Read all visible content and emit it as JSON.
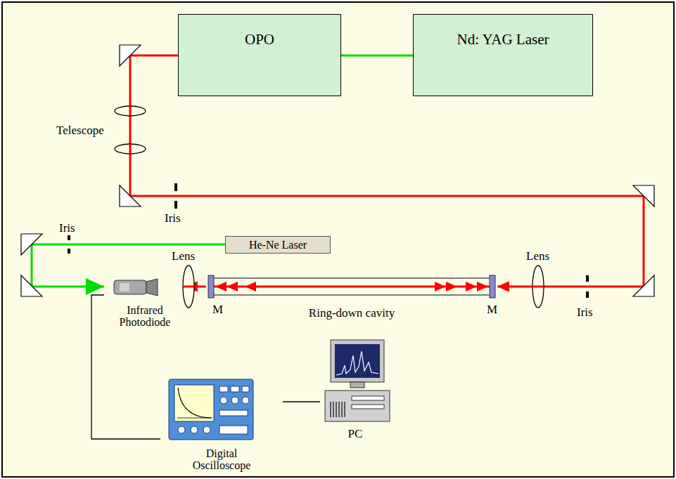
{
  "diagram": {
    "nodes": [
      {
        "text": [
          "OPO"
        ]
      },
      {
        "text": [
          "Nd: YAG Laser"
        ]
      },
      {
        "text": [
          "He-Ne Laser"
        ]
      },
      {
        "text": [
          "Infrared Photodiode"
        ]
      },
      {
        "text": [
          "Ring-down cavity"
        ]
      },
      {
        "text": [
          "Digital Oscilloscope"
        ]
      },
      {
        "text": [
          "PC"
        ]
      }
    ],
    "edges": [
      {
        "from": 1,
        "to": 0,
        "arrow": "none"
      },
      {
        "from": 0,
        "to": 4,
        "arrow": "to"
      },
      {
        "from": 4,
        "to": 3,
        "arrow": "to"
      },
      {
        "from": 2,
        "to": 3,
        "arrow": "to"
      },
      {
        "from": 3,
        "to": 5,
        "arrow": "none"
      },
      {
        "from": 5,
        "to": 6,
        "arrow": "none"
      }
    ],
    "labels": [
      "Telescope",
      "Iris",
      "Iris",
      "Iris",
      "Lens",
      "Lens",
      "M",
      "M"
    ]
  }
}
